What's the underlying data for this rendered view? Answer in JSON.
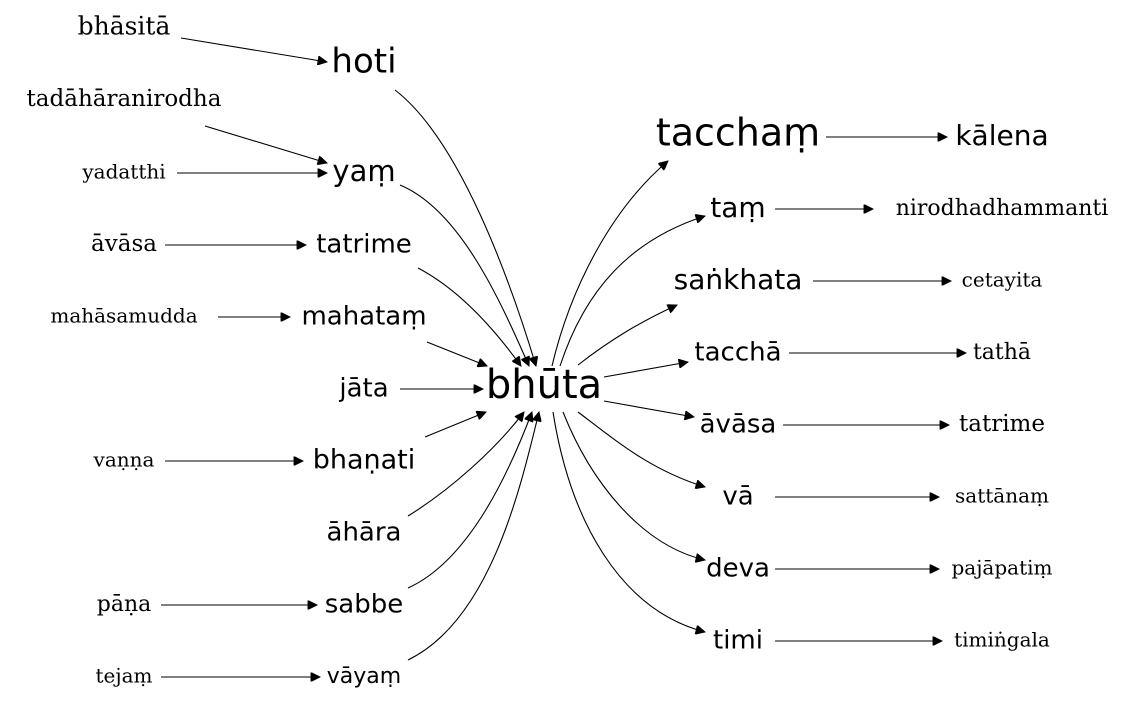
{
  "graph": {
    "center": "bhūta",
    "left_inner": [
      "hoti",
      "yaṃ",
      "tatrime",
      "mahataṃ",
      "jāta",
      "bhaṇati",
      "āhāra",
      "sabbe",
      "vāyaṃ"
    ],
    "left_outer": [
      "bhāsitā",
      "tadāhāranirodha",
      "yadatthi",
      "āvāsa",
      "mahāsamudda",
      "vaṇṇa",
      "pāṇa",
      "tejaṃ"
    ],
    "right_inner": [
      "tacchaṃ",
      "taṃ",
      "saṅkhata",
      "tacchā",
      "āvāsa",
      "vā",
      "deva",
      "timi"
    ],
    "right_outer": [
      "kālena",
      "nirodhadhammanti",
      "cetayita",
      "tathā",
      "tatrime",
      "sattānaṃ",
      "pajāpatiṃ",
      "timiṅgala"
    ]
  },
  "colors": {
    "stroke": "#000000",
    "background": "#ffffff"
  }
}
